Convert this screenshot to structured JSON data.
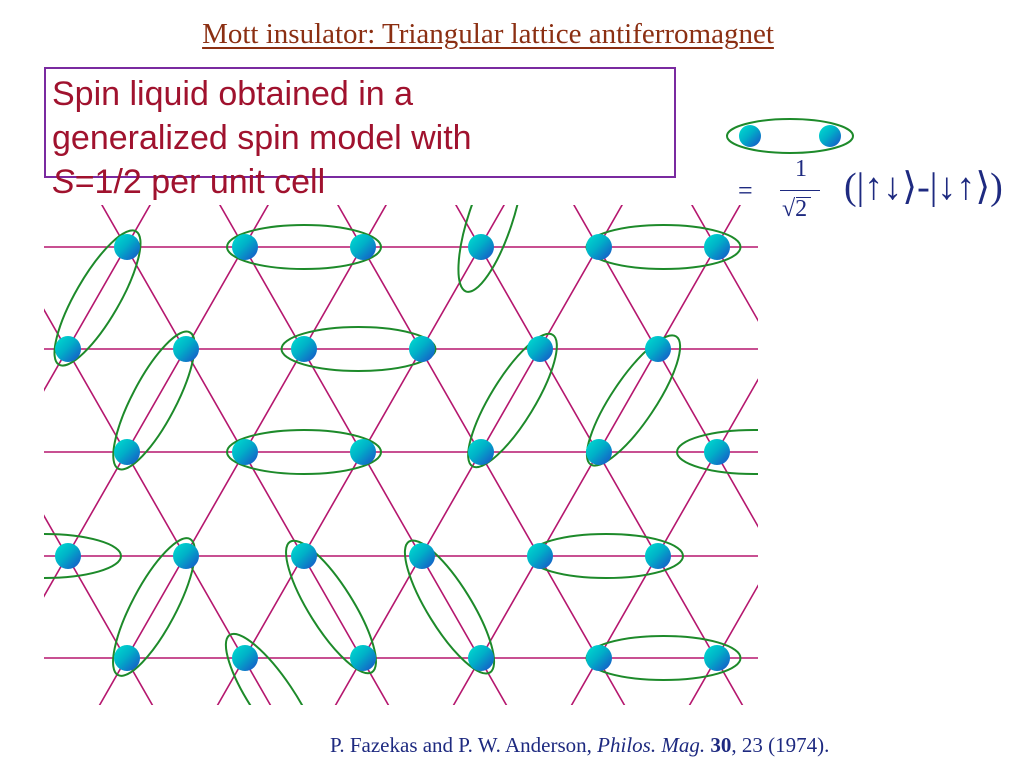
{
  "title": "Mott insulator: Triangular lattice antiferromagnet",
  "info": {
    "line1": "Spin liquid obtained in a",
    "line2": "generalized spin model with",
    "line3_symbol": "S",
    "line3_rest": "=1/2 per unit cell"
  },
  "formula": {
    "equals": "=",
    "numerator": "1",
    "radical": "√",
    "radicand": "2",
    "state": "(|↑↓⟩-|↓↑⟩)"
  },
  "citation": {
    "authors": "P. Fazekas and P. W. Anderson, ",
    "journal": "Philos. Mag.",
    "volume": "30",
    "pages_year": ", 23 (1974)."
  },
  "colors": {
    "lattice_bonds": "#b5176e",
    "singlet_ellipse": "#1d8a2a",
    "site_light": "#00c8c8",
    "site_dark": "#1a55c8",
    "title": "#8b2f12",
    "box_border": "#7a2aa0",
    "box_text": "#a0122e",
    "formula_text": "#1e2a80"
  }
}
